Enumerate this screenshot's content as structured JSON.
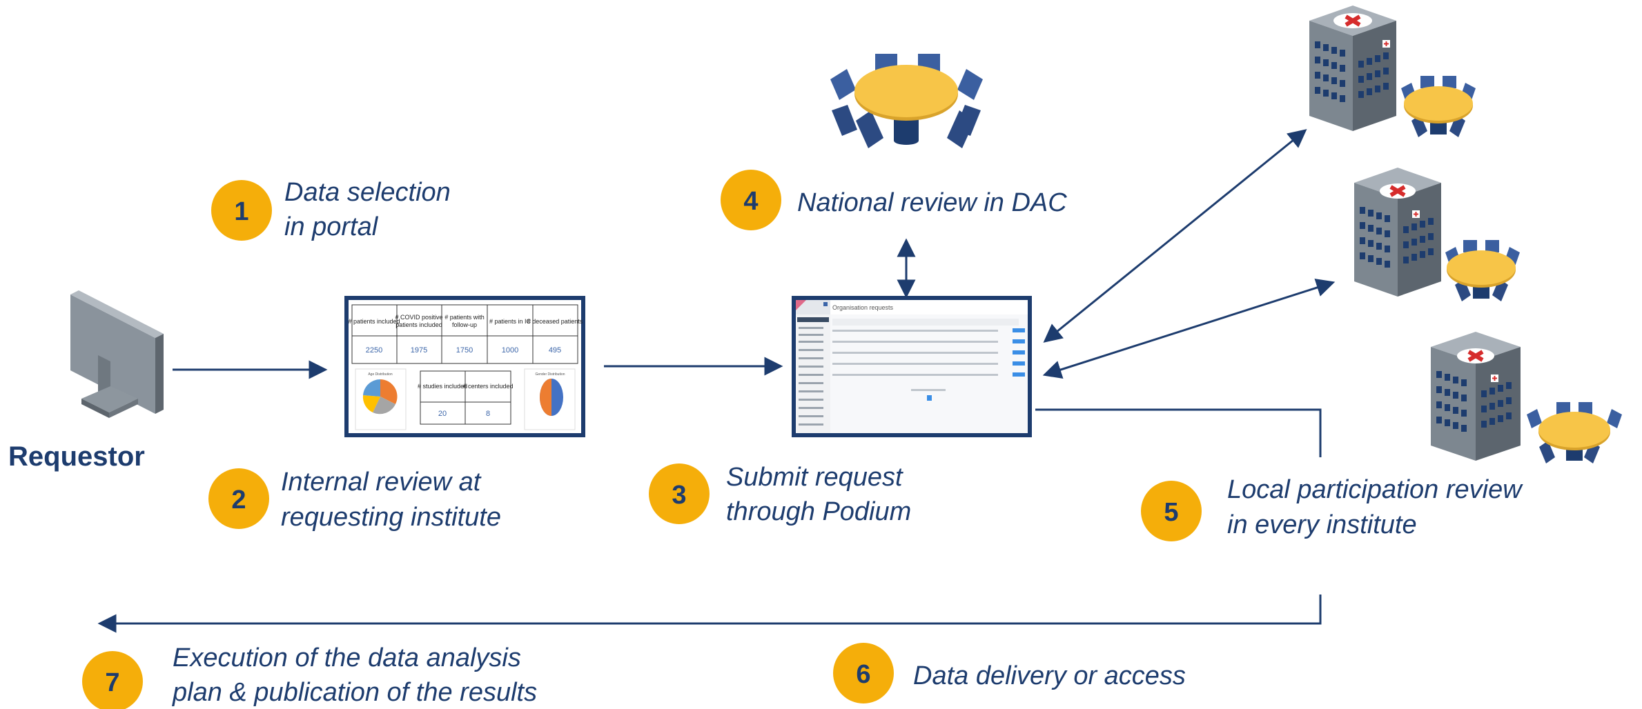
{
  "requestor": {
    "label": "Requestor"
  },
  "steps": [
    {
      "num": "1",
      "line1": "Data selection",
      "line2": "in portal"
    },
    {
      "num": "2",
      "line1": "Internal review at",
      "line2": "requesting institute"
    },
    {
      "num": "3",
      "line1": "Submit request",
      "line2": "through Podium"
    },
    {
      "num": "4",
      "line1": "National review in DAC",
      "line2": ""
    },
    {
      "num": "5",
      "line1": "Local participation review",
      "line2": "in every institute"
    },
    {
      "num": "6",
      "line1": "Data delivery or access",
      "line2": ""
    },
    {
      "num": "7",
      "line1": "Execution of the data analysis",
      "line2": "plan & publication of the results"
    }
  ],
  "portal": {
    "headers": [
      "# patients included",
      "# COVID positive",
      "patients included",
      "# patients with",
      "follow-up",
      "# patients in IC",
      "# deceased patients"
    ],
    "values": [
      "2250",
      "1975",
      "1750",
      "1000",
      "495"
    ],
    "sub_headers": [
      "# studies included",
      "# centers included"
    ],
    "sub_values": [
      "20",
      "8"
    ],
    "chart_titles": [
      "Age Distribution",
      "Gender Distribution"
    ]
  },
  "podium": {
    "title": "Organisation requests"
  },
  "colors": {
    "navy": "#1d3c6e",
    "badge": "#f5ae0a",
    "table_yellow": "#f7c548",
    "chair": "#3b5fa0",
    "building": "#737f8a"
  }
}
